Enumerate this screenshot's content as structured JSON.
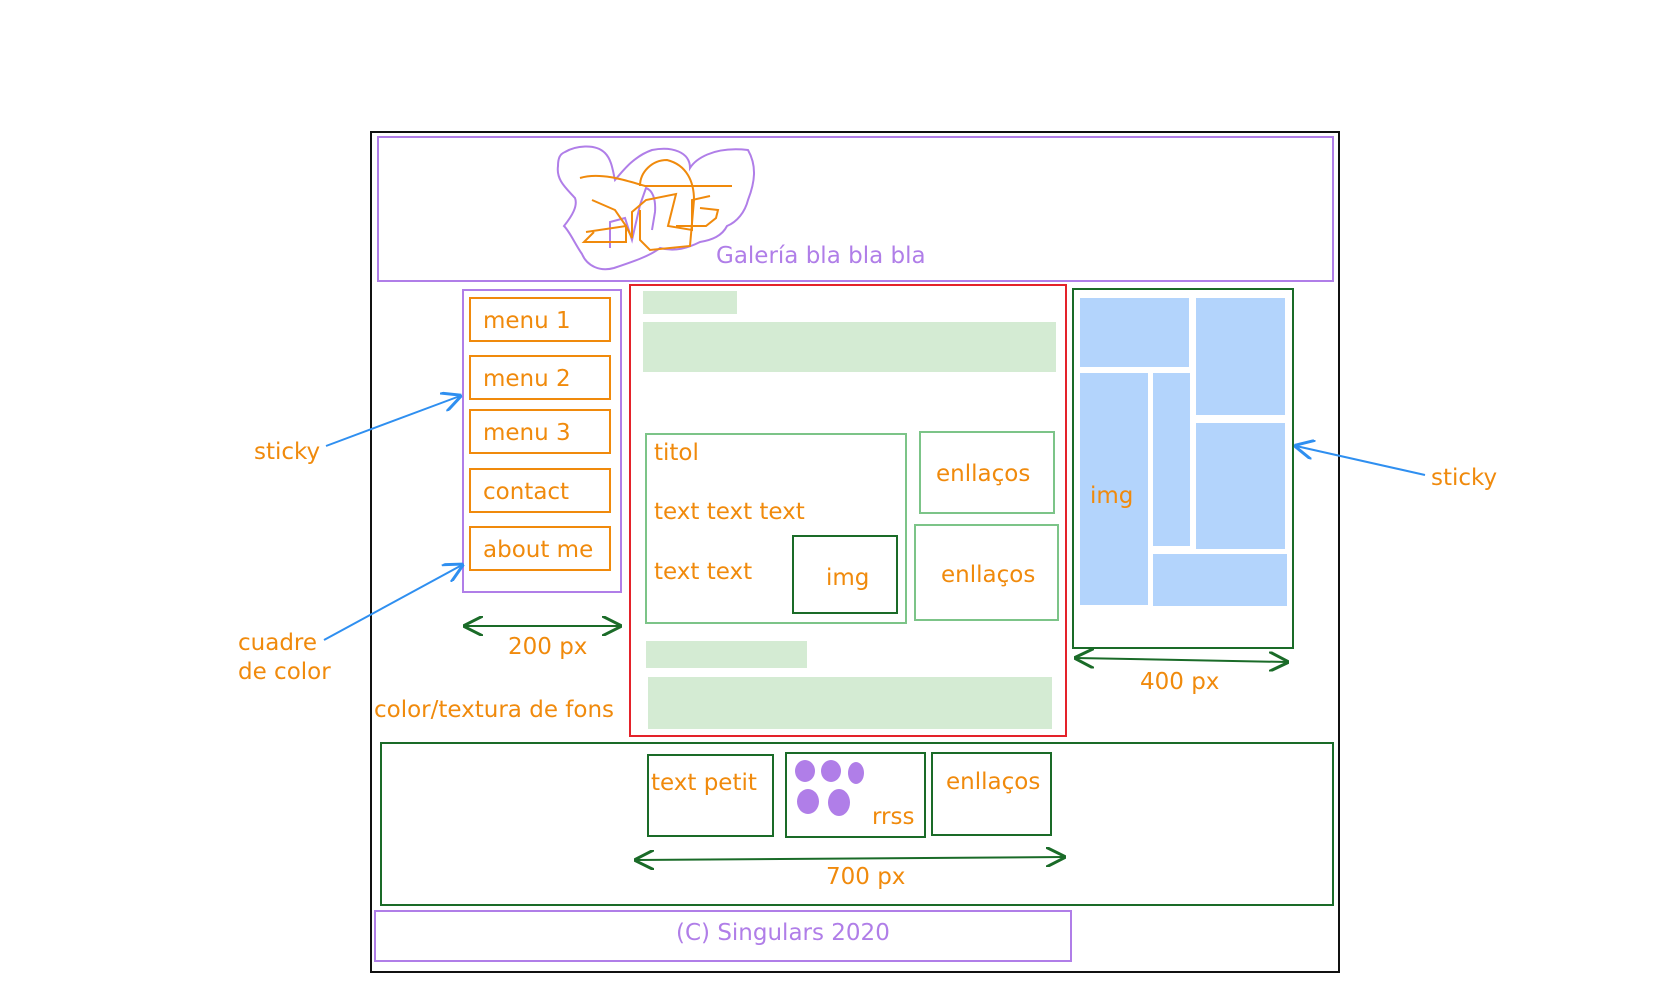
{
  "header": {
    "title": "Galería bla bla bla"
  },
  "menu": {
    "items": [
      "menu 1",
      "menu 2",
      "menu 3",
      "contact",
      "about me"
    ],
    "width_label": "200 px"
  },
  "annotations": {
    "sticky_left": "sticky",
    "sticky_right": "sticky",
    "color_box_line1": "cuadre",
    "color_box_line2": "de color",
    "background": "color/textura de fons"
  },
  "content": {
    "card_title": "titol",
    "card_text1": "text text text",
    "card_text2": "text text",
    "card_img": "img",
    "links_1": "enllaços",
    "links_2": "enllaços"
  },
  "gallery": {
    "img_label": "img",
    "width_label": "400 px"
  },
  "footer": {
    "small_text": "text petit",
    "social": "rrss",
    "links": "enllaços",
    "width_label": "700 px"
  },
  "copyright": {
    "text": "(C) Singulars 2020"
  },
  "colors": {
    "orange": "#f08a0c",
    "purple": "#b07ee8",
    "dark_green": "#1a6b28",
    "light_green": "#7cc488",
    "red": "#e4222a",
    "blue_fill": "#b3d4fc",
    "green_fill": "#d4ebd3",
    "arrow_blue": "#2f8ff0"
  }
}
